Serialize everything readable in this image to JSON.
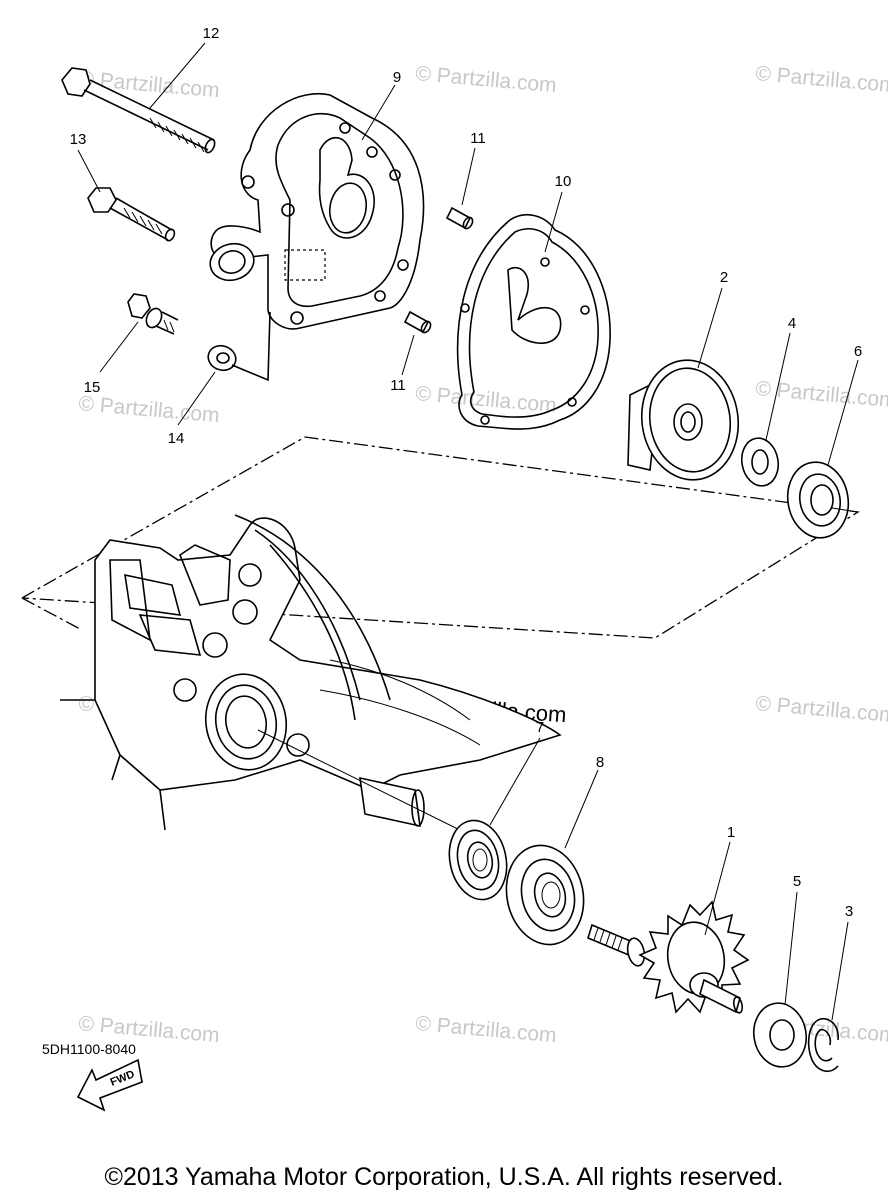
{
  "diagram": {
    "code": "5DH1100-8040",
    "copyright": "©2013 Yamaha Motor Corporation, U.S.A. All rights reserved.",
    "watermark": "© Partzilla.com",
    "main_watermark": "© Partzilla.com",
    "fwd_label": "FWD",
    "callouts": {
      "c1": "1",
      "c2": "2",
      "c3": "3",
      "c4": "4",
      "c5": "5",
      "c6": "6",
      "c7": "7",
      "c8": "8",
      "c9": "9",
      "c10": "10",
      "c11a": "11",
      "c11b": "11",
      "c12": "12",
      "c13": "13",
      "c14": "14",
      "c15": "15"
    }
  }
}
